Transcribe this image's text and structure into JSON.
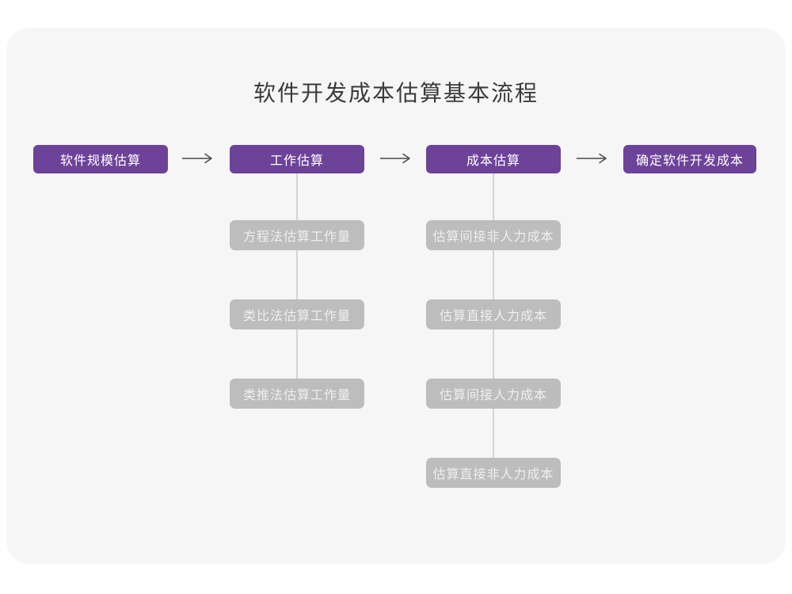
{
  "title": "软件开发成本估算基本流程",
  "colors": {
    "page_bg": "#ffffff",
    "card_bg": "#f6f6f6",
    "primary_node_bg": "#6d4299",
    "primary_node_text": "#ffffff",
    "sub_node_bg": "#bdbdbd",
    "sub_node_text": "#efefef",
    "arrow": "#4a4a4a",
    "connector": "#d4d4d4",
    "title_text": "#3b3b3b"
  },
  "flow": {
    "steps": [
      {
        "label": "软件规模估算"
      },
      {
        "label": "工作估算",
        "children": [
          "方程法估算工作量",
          "类比法估算工作量",
          "类推法估算工作量"
        ]
      },
      {
        "label": "成本估算",
        "children": [
          "估算间接非人力成本",
          "估算直接人力成本",
          "估算间接人力成本",
          "估算直接非人力成本"
        ]
      },
      {
        "label": "确定软件开发成本"
      }
    ]
  }
}
